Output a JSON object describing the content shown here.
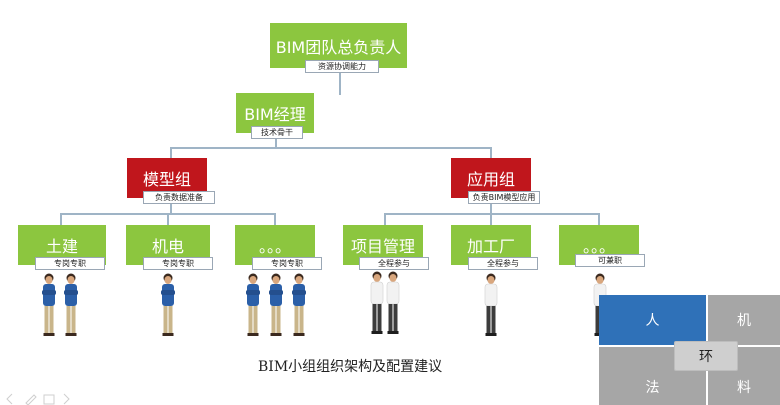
{
  "diagram": {
    "top": {
      "title": "BIM团队总负责人",
      "tag": "资源协调能力"
    },
    "manager": {
      "title": "BIM经理",
      "tag": "技术骨干"
    },
    "groups": [
      {
        "title": "模型组",
        "tag": "负责数据准备"
      },
      {
        "title": "应用组",
        "tag": "负责BIM模型应用"
      }
    ],
    "teams": [
      {
        "title": "土建",
        "tag": "专岗专职"
      },
      {
        "title": "机电",
        "tag": "专岗专职"
      },
      {
        "title": "。。。",
        "tag": "专岗专职"
      },
      {
        "title": "项目管理",
        "tag": "全程参与"
      },
      {
        "title": "加工厂",
        "tag": "全程参与"
      },
      {
        "title": "。。。",
        "tag": "可兼职"
      }
    ],
    "caption": "BIM小组组织架构及配置建议"
  },
  "matrix": {
    "person": "人",
    "machine": "机",
    "environment": "环",
    "method": "法",
    "material": "料"
  },
  "colors": {
    "green": "#8cc63f",
    "red": "#c0161c",
    "blue": "#2f71b8",
    "gray": "#a6a6a6",
    "connector": "#9fb4c6"
  }
}
